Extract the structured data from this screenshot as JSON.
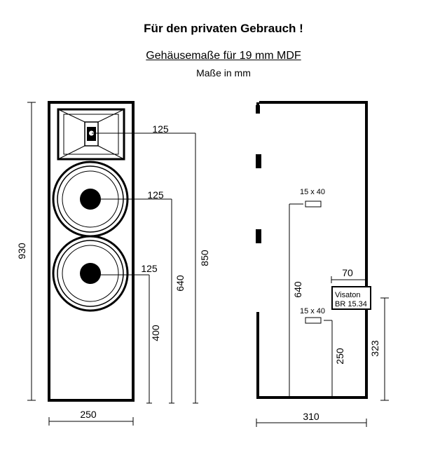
{
  "header": {
    "title": "Für den privaten Gebrauch !",
    "subtitle": "Gehäusemaße für 19 mm MDF",
    "units_note": "Maße in mm"
  },
  "front_view": {
    "height": "930",
    "width": "250",
    "horn_offset": "125",
    "horn_height": "850",
    "woofer_upper_offset": "125",
    "woofer_upper_height": "640",
    "woofer_lower_offset": "125",
    "woofer_lower_height": "400"
  },
  "side_view": {
    "depth": "310",
    "port_upper_size": "15 x 40",
    "port_upper_height": "640",
    "port_lower_size": "15 x 40",
    "port_lower_height": "250",
    "terminal_offset": "70",
    "terminal_brand": "Visaton",
    "terminal_model": "BR 15.34",
    "terminal_height": "323"
  },
  "colors": {
    "ink": "#000000",
    "background": "#ffffff"
  }
}
